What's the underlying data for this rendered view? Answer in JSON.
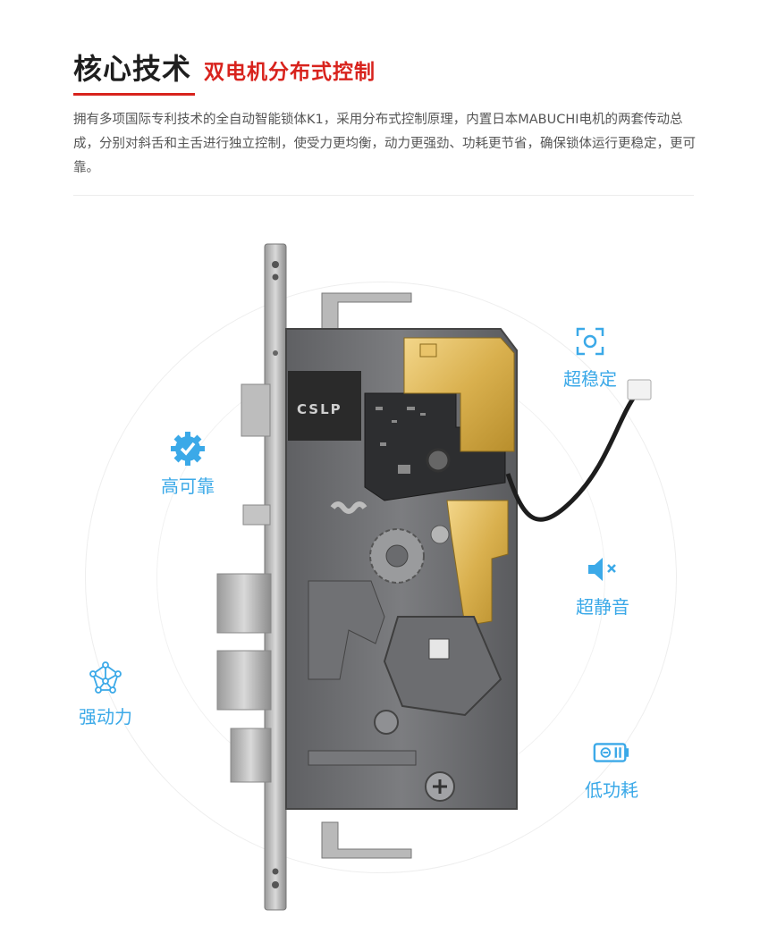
{
  "header": {
    "title": "核心技术",
    "subtitle": "双电机分布式控制",
    "description": "拥有多项国际专利技术的全自动智能锁体K1，采用分布式控制原理，内置日本MABUCHI电机的两套传动总成，分别对斜舌和主舌进行独立控制，使受力更均衡，动力更强劲、功耗更节省，确保锁体运行更稳定，更可靠。"
  },
  "lock": {
    "brand_label": "CSLP"
  },
  "features": [
    {
      "label": "超稳定",
      "icon": "stability-icon"
    },
    {
      "label": "高可靠",
      "icon": "gear-check-icon"
    },
    {
      "label": "超静音",
      "icon": "mute-speaker-icon"
    },
    {
      "label": "强动力",
      "icon": "network-icon"
    },
    {
      "label": "低功耗",
      "icon": "battery-icon"
    }
  ],
  "colors": {
    "accent_red": "#d8231d",
    "feature_blue": "#3ba9e8"
  }
}
